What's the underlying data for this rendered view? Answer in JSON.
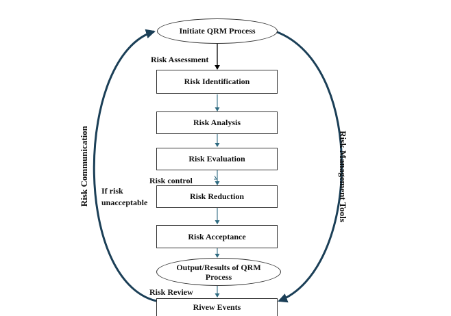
{
  "diagram": {
    "start": "Initiate QRM Process",
    "steps": {
      "identification": "Risk Identification",
      "analysis": "Risk Analysis",
      "evaluation": "Risk Evaluation",
      "reduction": "Risk Reduction",
      "acceptance": "Risk Acceptance",
      "review_events": "Rivew Events"
    },
    "output_line1": "Output/Results of QRM",
    "output_line2": "Process",
    "labels": {
      "assessment": "Risk Assessment",
      "control": "Risk control",
      "review": "Risk Review",
      "if_risk_line1": "If risk",
      "if_risk_line2": "unacceptable"
    },
    "side_left": "Risk Communication",
    "side_right": "Risk Management Tools"
  }
}
